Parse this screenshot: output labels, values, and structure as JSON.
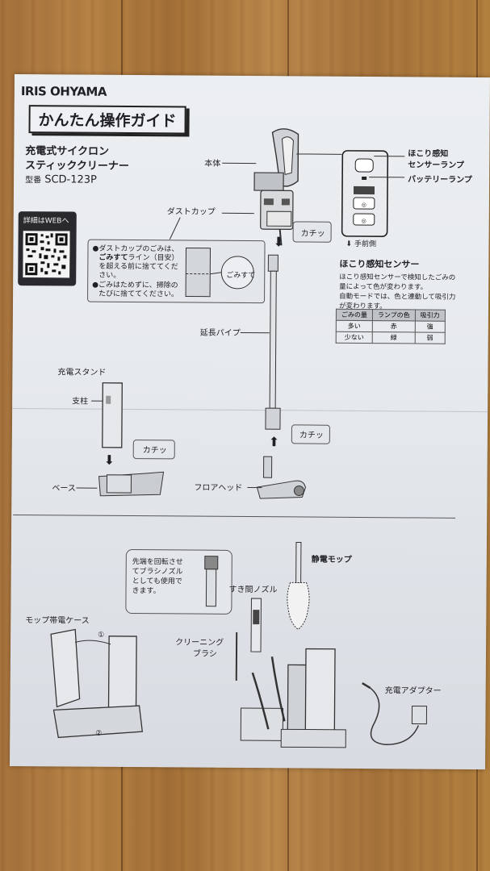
{
  "brand": "IRIS OHYAMA",
  "guide_title": "かんたん操作ガイド",
  "product": {
    "line1": "充電式サイクロン",
    "line2": "スティッククリーナー",
    "model_label": "型番",
    "model_number": "SCD-123P"
  },
  "web": {
    "label": "詳細はWEBへ"
  },
  "labels": {
    "body": "本体",
    "dust_cup": "ダストカップ",
    "click1": "カチッ",
    "click2": "カチッ",
    "click3": "カチッ",
    "extension_pipe": "延長パイプ",
    "floor_head": "フロアヘッド",
    "charge_stand": "充電スタンド",
    "pillar": "支柱",
    "base": "ベース",
    "dust_sensor_lamp_1": "ほこり感知",
    "dust_sensor_lamp_2": "センサーランプ",
    "battery_lamp": "バッテリーランプ",
    "front_side": "手前側",
    "gomisute": "ごみすて",
    "static_mop": "静電モップ",
    "gap_nozzle": "すき間ノズル",
    "mop_case": "モップ帯電ケース",
    "cleaning_brush_1": "クリーニング",
    "cleaning_brush_2": "ブラシ",
    "charge_adapter": "充電アダプター",
    "circle1": "①",
    "circle2": "②"
  },
  "dust_note": {
    "line1": "●ダストカップのごみは、",
    "line2a": "ごみすて",
    "line2b": "ライン（目安）",
    "line3": "を超える前に捨ててくだ",
    "line4": "さい。",
    "line5": "●ごみはためずに、掃除の",
    "line6": "たびに捨ててください。"
  },
  "sensor": {
    "title": "ほこり感知センサー",
    "line1": "ほこり感知センサーで検知したごみの",
    "line2": "量によって色が変わります。",
    "line3": "自動モードでは、色と連動して吸引力",
    "line4": "が変わります。"
  },
  "dust_table": {
    "headers": [
      "ごみの量",
      "ランプの色",
      "吸引力"
    ],
    "rows": [
      [
        "多い",
        "赤",
        "強"
      ],
      [
        "少ない",
        "緑",
        "弱"
      ]
    ]
  },
  "brush_note": {
    "line1": "先端を回転させ",
    "line2": "てブラシノズル",
    "line3": "としても使用で",
    "line4": "きます。"
  }
}
